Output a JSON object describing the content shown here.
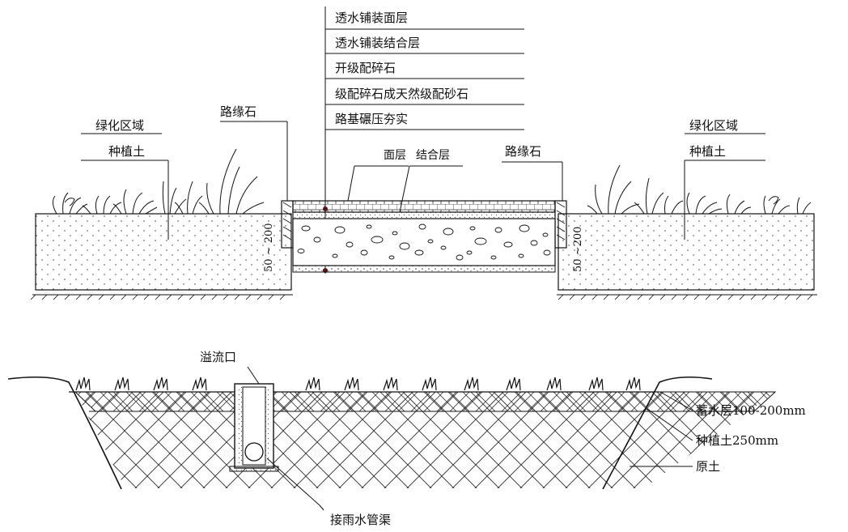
{
  "top_section": {
    "stack_labels": [
      "透水铺装面层",
      "透水铺装结合层",
      "开级配碎石",
      "级配碎石成天然级配砂石",
      "路基碾压夯实"
    ],
    "left": {
      "zone_label": "绿化区域",
      "soil_label": "种植土",
      "curb_label": "路缘石",
      "curb_dim": "50 ~ 200"
    },
    "right": {
      "zone_label": "绿化区域",
      "soil_label": "种植土",
      "curb_label": "路缘石",
      "curb_dim": "50 ~200"
    },
    "surface_label": "面层",
    "bedding_label": "结合层"
  },
  "bottom_section": {
    "overflow_label": "溢流口",
    "storage_label": "蓄水层100-200mm",
    "soil_label": "种植土250mm",
    "native_label": "原土",
    "pipe_label": "接雨水管渠"
  },
  "colors": {
    "line": "#111111",
    "marker": "#5a0f0f",
    "background": "#ffffff"
  }
}
